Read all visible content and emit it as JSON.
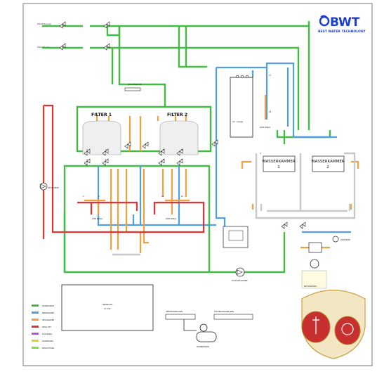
{
  "brand": {
    "name": "BWT",
    "tagline": "BEST WATER TECHNOLOGY",
    "color": "#1a3fd0"
  },
  "filters": {
    "filter1": "FILTER 1",
    "filter2": "FILTER 2",
    "stutzen": "STUTZENROHR"
  },
  "uv": {
    "label": "UV - Anlage"
  },
  "chambers": {
    "left": {
      "line1": "WASSERKAMMER",
      "line2": "1"
    },
    "right": {
      "line1": "WASSERKAMMER",
      "line2": "2"
    }
  },
  "valves": {
    "f1": [
      "3",
      "4",
      "2",
      "1",
      "5",
      "6"
    ],
    "f2": [
      "9",
      "10",
      "8",
      "7",
      "11",
      "12"
    ],
    "uv": [
      "17",
      "18"
    ]
  },
  "kanal": {
    "left": "ZUM KANAL",
    "right": "ZUM KANAL",
    "uv": "ZUM KANAL"
  },
  "pumps": {
    "spuelpumpe": "SPÜLPUMPE",
    "rueckspuelpumpe": "RÜCKSPÜLPUMPE",
    "kompressor": "KOMPRESSOR",
    "motor": "MOTORVENTIL"
  },
  "panels": {
    "verteiler": "VERTEILERBALKEN",
    "steuerung": "STEUERUNGSBALKEN"
  },
  "inlets": {
    "line1": "Zulauf Brunnen",
    "line2": "Zulauf Quelle"
  },
  "outlet": "ZUM NETZ",
  "legend": {
    "items": [
      {
        "label": "ROHWASSER",
        "color": "#44bb44"
      },
      {
        "label": "REINWASSER",
        "color": "#4f9ee8"
      },
      {
        "label": "SPÜLWASSER",
        "color": "#f0a040"
      },
      {
        "label": "SPÜLLUFT",
        "color": "#e03434"
      },
      {
        "label": "FLOCKUNG",
        "color": "#c050e0"
      },
      {
        "label": "DOSIERUNG",
        "color": "#e8d020"
      },
      {
        "label": "ENTLÜFTUNG",
        "color": "#80e040"
      }
    ]
  },
  "title_block": {
    "line1": "ÜBERSICHT",
    "line2": "M 1:50"
  }
}
